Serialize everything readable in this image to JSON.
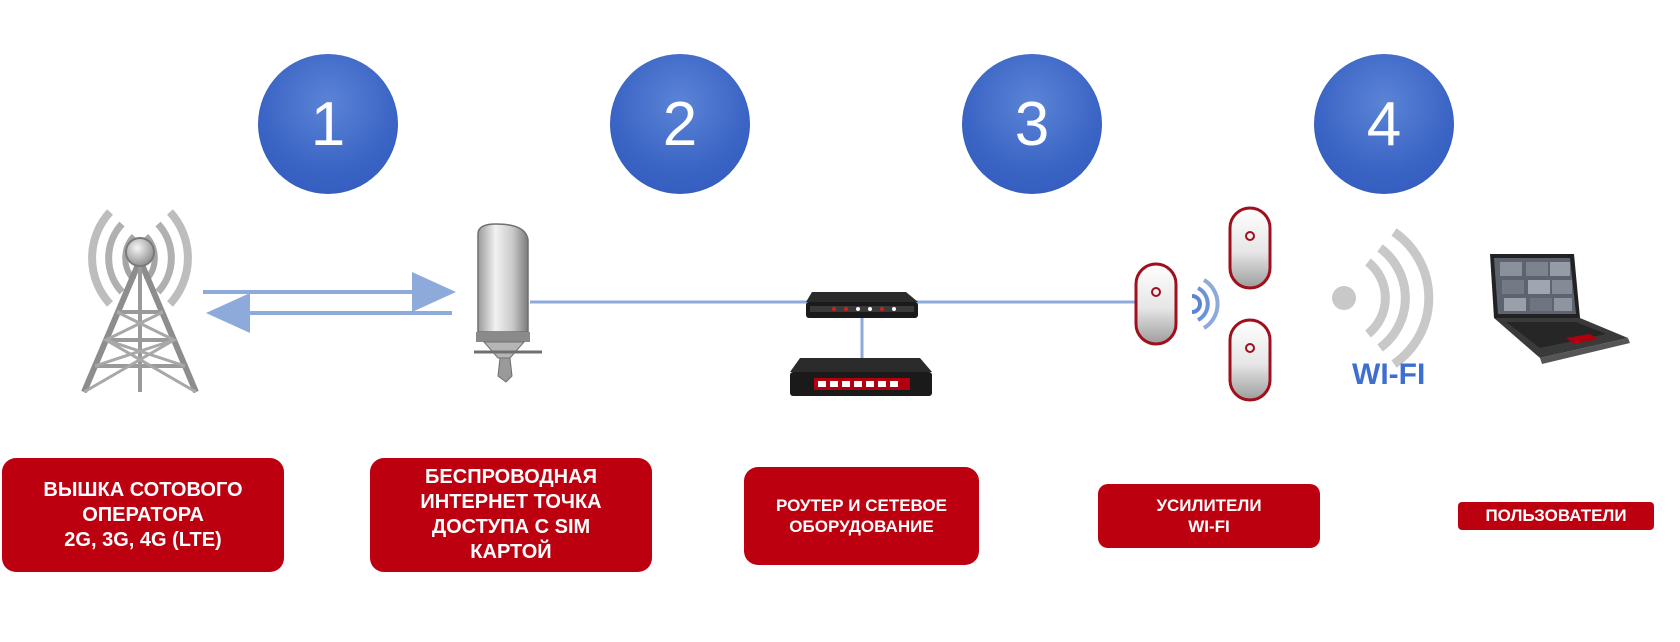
{
  "steps": [
    {
      "number": "1"
    },
    {
      "number": "2"
    },
    {
      "number": "3"
    },
    {
      "number": "4"
    }
  ],
  "labels": {
    "tower": "ВЫШКА СОТОВОГО\nОПЕРАТОРА\n2G, 3G, 4G (LTE)",
    "access_point": "БЕСПРОВОДНАЯ\nИНТЕРНЕТ ТОЧКА\nДОСТУПА С SIM\nКАРТОЙ",
    "router": "РОУТЕР И СЕТЕВОЕ\nОБОРУДОВАНИЕ",
    "amplifiers": "УСИЛИТЕЛИ\nWI-FI",
    "users": "ПОЛЬЗОВАТЕЛИ"
  },
  "wifi_text": "WI-FI",
  "icons": [
    "cell-tower-icon",
    "outdoor-lte-antenna-icon",
    "router-icon",
    "network-switch-icon",
    "wifi-amplifier-icon",
    "wifi-signal-icon",
    "laptop-icon"
  ],
  "colors": {
    "circle_blue": "#3a64c4",
    "label_red": "#bd0010",
    "link_blue": "#8eaadb",
    "wifi_blue": "#3d6fcf"
  }
}
